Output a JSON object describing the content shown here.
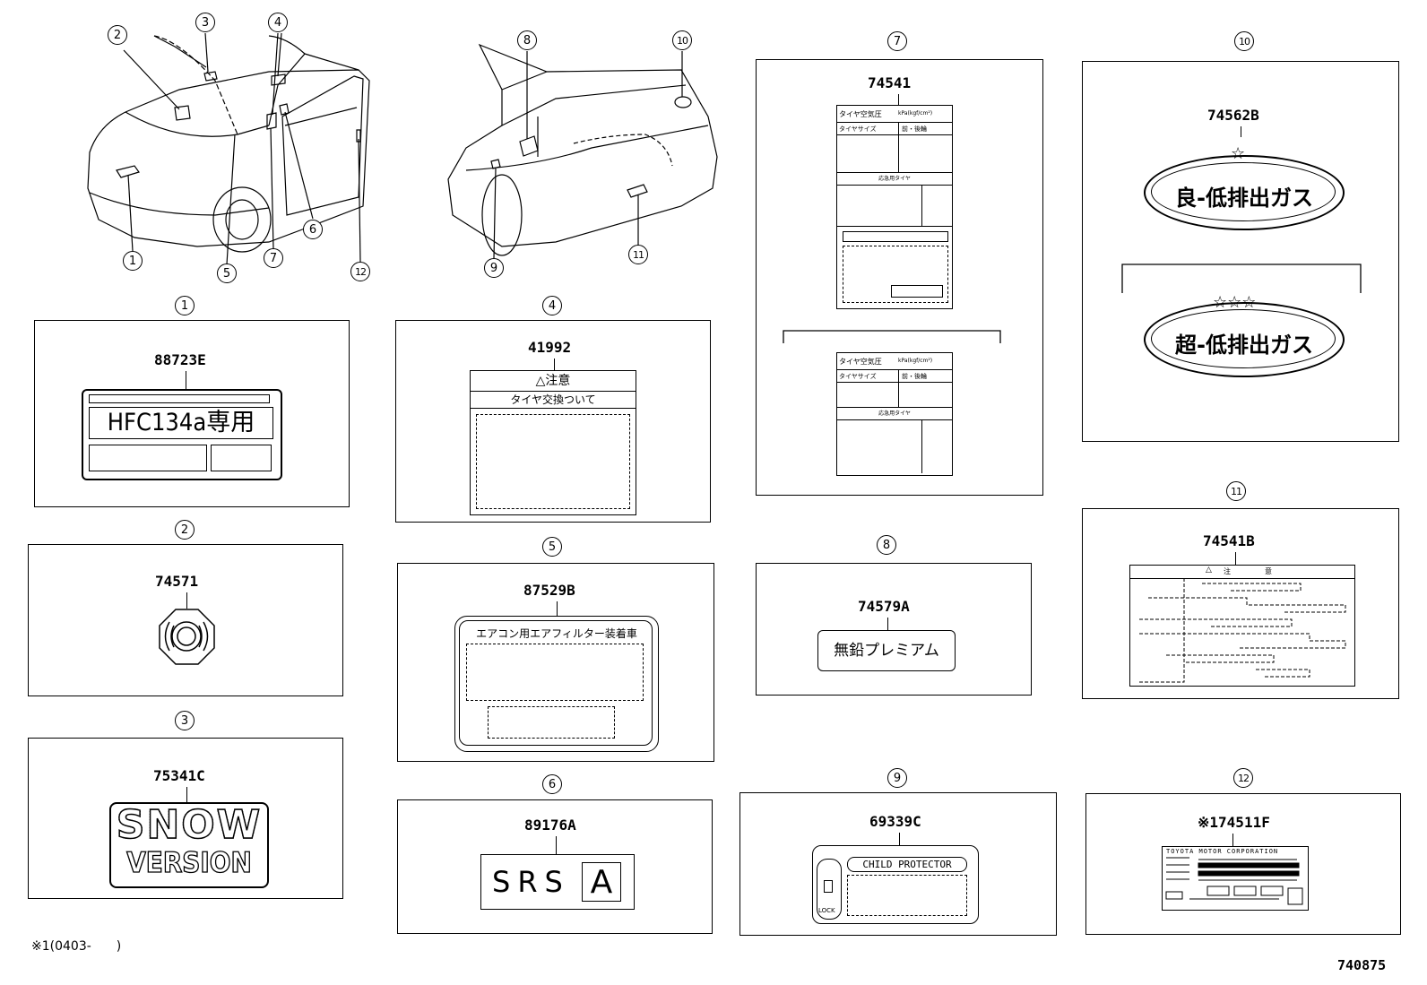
{
  "callouts": [
    "1",
    "2",
    "3",
    "4",
    "5",
    "6",
    "7",
    "8",
    "9",
    "10",
    "11",
    "12"
  ],
  "panels": {
    "p1": {
      "num": "1",
      "part": "88723E",
      "label": "HFC134a専用"
    },
    "p2": {
      "num": "2",
      "part": "74571"
    },
    "p3": {
      "num": "3",
      "part": "75341C",
      "label_line1": "SNOW",
      "label_line2": "VERSION"
    },
    "p4": {
      "num": "4",
      "part": "41992",
      "header": "△注意",
      "subheader": "タイヤ交換ついて"
    },
    "p5": {
      "num": "5",
      "part": "87529B",
      "header": "エアコン用エアフィルター装着車"
    },
    "p6": {
      "num": "6",
      "part": "89176A",
      "label": "SRS",
      "box": "A"
    },
    "p7": {
      "num": "7",
      "part": "74541",
      "row1": "タイヤ空気圧",
      "row1b": "kPa(kgf/cm²)",
      "row2a": "タイヤサイズ",
      "row2b": "前・後輪",
      "row3": "応急用タイヤ"
    },
    "p8": {
      "num": "8",
      "part": "74579A",
      "label": "無鉛プレミアム"
    },
    "p9": {
      "num": "9",
      "part": "69339C",
      "label": "CHILD PROTECTOR",
      "lock": "LOCK"
    },
    "p10": {
      "num": "10",
      "part": "74562B",
      "label_a": "良-低排出ガス",
      "label_b": "超-低排出ガス",
      "stars_a": "☆",
      "stars_b": "☆☆☆"
    },
    "p11": {
      "num": "11",
      "part": "74541B",
      "header_a": "注",
      "header_b": "意"
    },
    "p12": {
      "num": "12",
      "part": "※174511F",
      "maker": "TOYOTA MOTOR CORPORATION"
    }
  },
  "footnote": "※1(0403-　　)",
  "diagram_id": "740875"
}
